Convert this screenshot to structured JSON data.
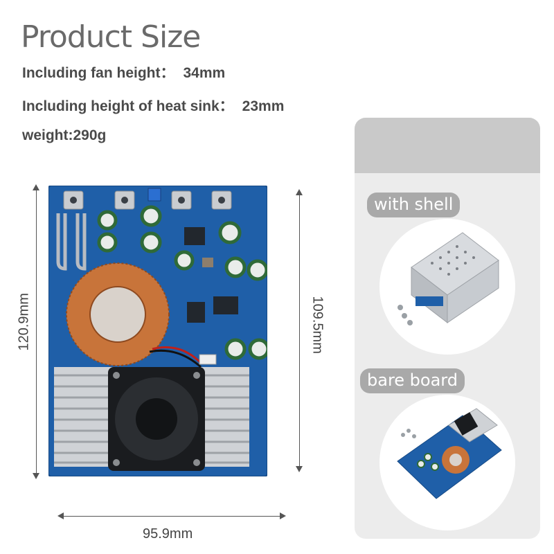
{
  "header": {
    "title": "Product Size"
  },
  "specs": [
    {
      "label": "Including fan height：",
      "value": "34mm"
    },
    {
      "label": "Including height of heat sink：",
      "value": "23mm"
    },
    {
      "label": "weight:290g",
      "value": ""
    }
  ],
  "dimensions": {
    "left_height": "120.9mm",
    "right_height": "109.5mm",
    "width": "95.9mm"
  },
  "variants": [
    {
      "label": "with shell"
    },
    {
      "label": "bare board"
    }
  ],
  "colors": {
    "pcb": "#1f5fa8",
    "copper": "#c8743a",
    "heatsink": "#cfd2d6",
    "panel": "#ececec",
    "tag": "#a9a9a9"
  }
}
